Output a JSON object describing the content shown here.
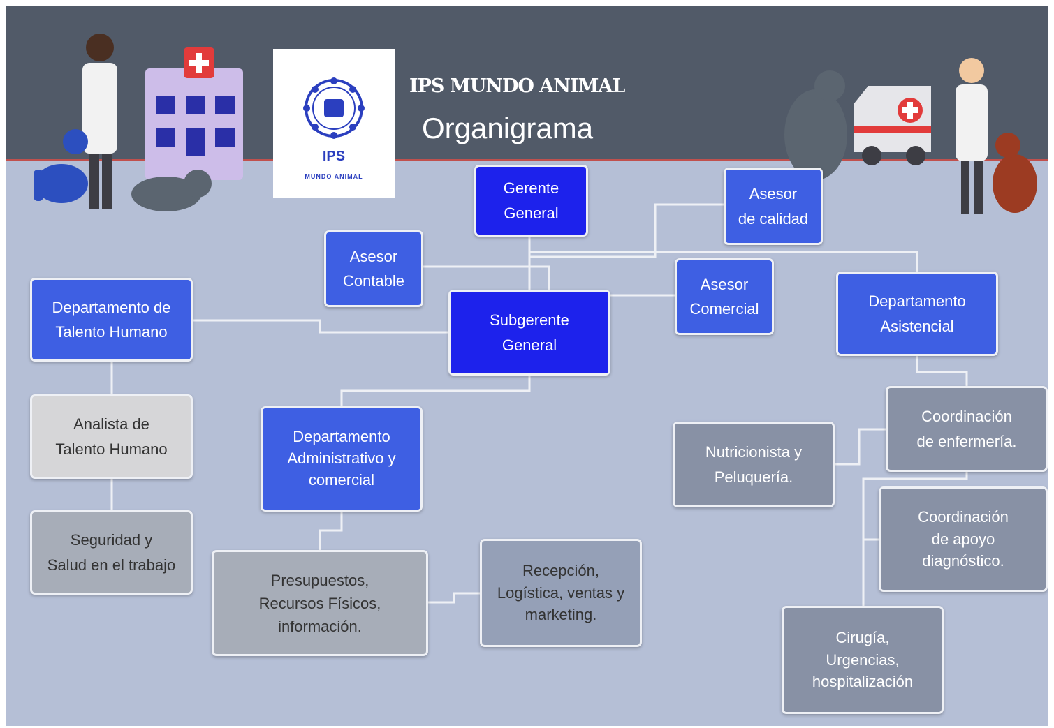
{
  "header": {
    "brand_title": "IPS MUNDO ANIMAL",
    "page_title": "Organigrama",
    "logo": {
      "text": "IPS",
      "subtext": "MUNDO ANIMAL"
    }
  },
  "colors": {
    "canvas": "#b5bfd6",
    "header": "#515a68",
    "accent_line": "#c0504d",
    "box_blue": "#3e5fe3",
    "box_dark_blue": "#1d22ec",
    "box_gray": "#a7adb8",
    "box_slate": "#8891a5"
  },
  "nodes": {
    "gerente_general": [
      "Gerente",
      "General"
    ],
    "asesor_calidad": [
      "Asesor",
      "de calidad"
    ],
    "asesor_contable": [
      "Asesor",
      "Contable"
    ],
    "asesor_comercial": [
      "Asesor",
      "Comercial"
    ],
    "subgerente_general": [
      "Subgerente",
      "General"
    ],
    "depto_talento_humano": [
      "Departamento de",
      "Talento Humano"
    ],
    "depto_asistencial": [
      "Departamento",
      "Asistencial"
    ],
    "analista_talento_humano": [
      "Analista de",
      "Talento Humano"
    ],
    "seguridad_salud": [
      "Seguridad y",
      "Salud en el trabajo"
    ],
    "depto_administrativo": [
      "Departamento",
      "Administrativo y",
      "comercial"
    ],
    "presupuestos": [
      "Presupuestos,",
      "Recursos Físicos,",
      "información."
    ],
    "recepcion": [
      "Recepción,",
      "Logística, ventas y",
      "marketing."
    ],
    "nutricionista": [
      "Nutricionista y",
      "Peluquería."
    ],
    "coord_enfermeria": [
      "Coordinación",
      "de enfermería."
    ],
    "coord_apoyo": [
      "Coordinación",
      "de apoyo",
      "diagnóstico."
    ],
    "cirugia": [
      "Cirugía,",
      "Urgencias,",
      "hospitalización"
    ]
  },
  "illustrations": [
    "doctor-icon",
    "dog-icon",
    "hospital-icon",
    "cat-icon",
    "cat-icon",
    "ambulance-icon",
    "nurse-icon",
    "dog-icon"
  ]
}
